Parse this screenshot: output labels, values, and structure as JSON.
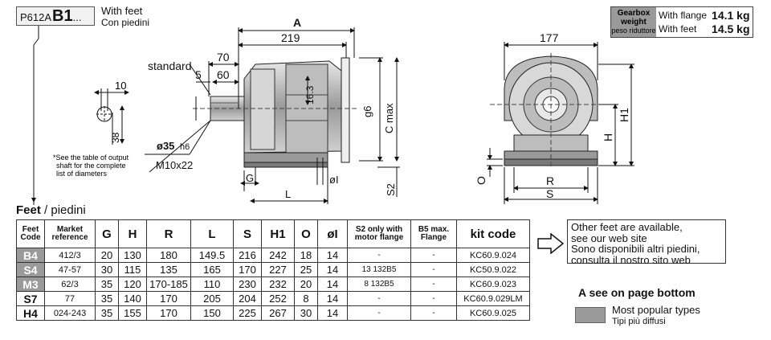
{
  "header": {
    "code_prefix": "P612A",
    "code_bold": "B1",
    "code_suffix": "...",
    "with_feet_en": "With feet",
    "with_feet_it": "Con piedini"
  },
  "weight": {
    "label": "Gearbox weight",
    "label_it": "peso riduttore",
    "rows": [
      {
        "label": "With flange",
        "value": "14.1 kg"
      },
      {
        "label": "With feet",
        "value": "14.5 kg"
      }
    ]
  },
  "drawing": {
    "dims": {
      "A": "A",
      "d219": "219",
      "d70": "70",
      "d60": "60",
      "d5": "5",
      "standard": "standard",
      "d10": "10",
      "d38": "38",
      "d16_3": "16.3",
      "g6": "g6",
      "cmax": "C max",
      "shaft_diam": "ø35",
      "shaft_tol": "h6",
      "thread": "M10x22",
      "G": "G",
      "L": "L",
      "phi_l": "øI",
      "S2": "S2",
      "d177": "177",
      "H1": "H1",
      "H": "H",
      "O": "O",
      "R": "R",
      "S": "S"
    },
    "note": [
      "*See the table of output",
      "shaft for the complete",
      "list of diameters"
    ]
  },
  "feet_title": {
    "en": "Feet",
    "sep": " / ",
    "it": "piedini"
  },
  "table": {
    "headers": [
      "Feet Code",
      "Market reference",
      "G",
      "H",
      "R",
      "L",
      "S",
      "H1",
      "O",
      "øI",
      "S2 only with motor flange",
      "B5 max. Flange",
      "kit code"
    ],
    "rows": [
      {
        "code": "B4",
        "popular": true,
        "market": "412/3",
        "G": "20",
        "H": "130",
        "R": "180",
        "L": "149.5",
        "S": "216",
        "H1": "242",
        "O": "18",
        "phi": "14",
        "s2": "-",
        "b5": "-",
        "kit": "KC60.9.024"
      },
      {
        "code": "S4",
        "popular": true,
        "market": "47-57",
        "G": "30",
        "H": "115",
        "R": "135",
        "L": "165",
        "S": "170",
        "H1": "227",
        "O": "25",
        "phi": "14",
        "s2": "13   132B5",
        "b5": "-",
        "kit": "KC50.9.022"
      },
      {
        "code": "M3",
        "popular": true,
        "market": "62/3",
        "G": "35",
        "H": "120",
        "R": "170-185",
        "L": "110",
        "S": "230",
        "H1": "232",
        "O": "20",
        "phi": "14",
        "s2": "8   132B5",
        "b5": "-",
        "kit": "KC60.9.023"
      },
      {
        "code": "S7",
        "popular": false,
        "market": "77",
        "G": "35",
        "H": "140",
        "R": "170",
        "L": "205",
        "S": "204",
        "H1": "252",
        "O": "8",
        "phi": "14",
        "s2": "-",
        "b5": "-",
        "kit": "KC60.9.029LM"
      },
      {
        "code": "H4",
        "popular": false,
        "market": "024-243",
        "G": "35",
        "H": "155",
        "R": "170",
        "L": "150",
        "S": "225",
        "H1": "267",
        "O": "30",
        "phi": "14",
        "s2": "-",
        "b5": "-",
        "kit": "KC60.9.025"
      }
    ]
  },
  "other_feet": {
    "lines": [
      "Other feet are available,",
      "see our web site",
      "Sono disponibili altri piedini,",
      "consulta il nostro sito web"
    ]
  },
  "a_see": "A see on page bottom",
  "legend": {
    "en": "Most popular types",
    "it": "Tipi più diffusi",
    "color": "#9a9a9a"
  }
}
